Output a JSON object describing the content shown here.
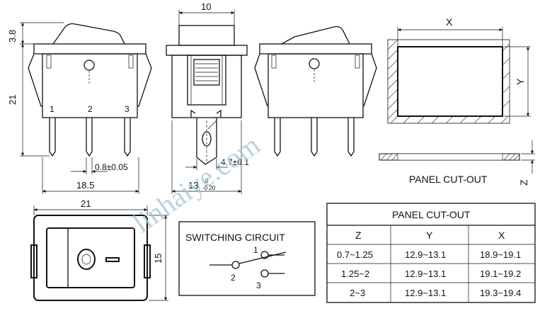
{
  "dimensions": {
    "height_top": "3.8",
    "height_body": "21",
    "pin_thickness": "0.8±0.05",
    "pin_span": "18.5",
    "actuator_width": "10",
    "terminal_width": "4.7±0.1",
    "width_13": "13",
    "tol_upper": "0",
    "tol_lower": "-0.20",
    "front_width": "21",
    "front_height": "15",
    "panel_x": "X",
    "panel_y": "Y",
    "panel_z": "Z"
  },
  "pins": [
    "1",
    "2",
    "3"
  ],
  "panel_cutout_label": "PANEL CUT-OUT",
  "switching": {
    "title": "SWITCHING CIRCUIT",
    "terminal1": "1",
    "terminal2": "2",
    "terminal3": "3"
  },
  "table": {
    "title": "PANEL CUT-OUT",
    "headers": [
      "Z",
      "Y",
      "X"
    ],
    "rows": [
      [
        "0.7~1.25",
        "12.9~13.1",
        "18.9~19.1"
      ],
      [
        "1.25~2",
        "12.9~13.1",
        "19.1~19.2"
      ],
      [
        "2~3",
        "12.9~13.1",
        "19.3~19.4"
      ]
    ]
  },
  "watermark": "linhaiye.com"
}
